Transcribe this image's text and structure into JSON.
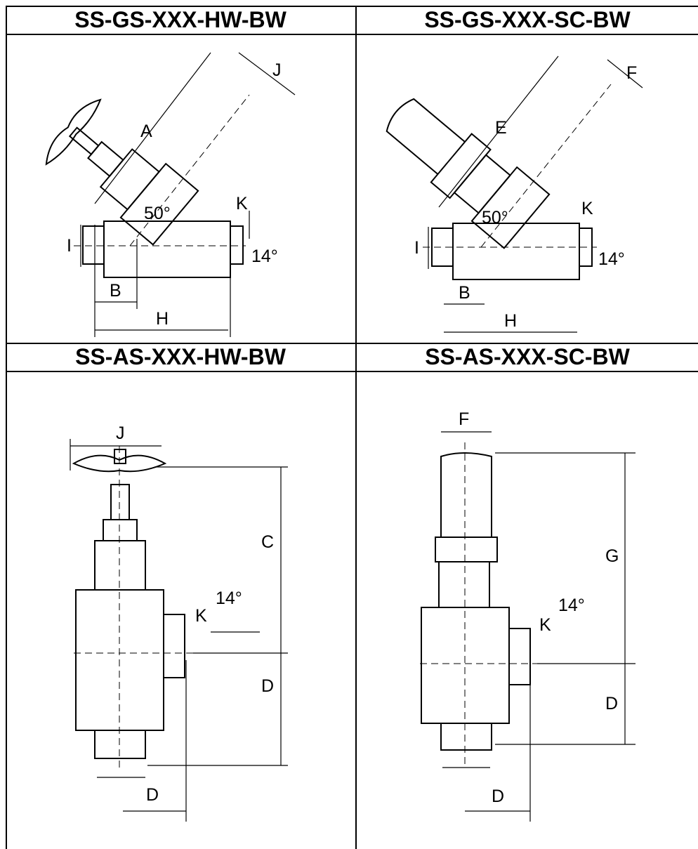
{
  "cells": [
    {
      "title": "SS-GS-XXX-HW-BW"
    },
    {
      "title": "SS-GS-XXX-SC-BW"
    },
    {
      "title": "SS-AS-XXX-HW-BW"
    },
    {
      "title": "SS-AS-XXX-SC-BW"
    }
  ],
  "labels": {
    "A": "A",
    "B": "B",
    "C": "C",
    "D": "D",
    "E": "E",
    "F": "F",
    "G": "G",
    "H": "H",
    "I": "I",
    "J": "J",
    "K": "K",
    "angle50": "50°",
    "angle14": "14°"
  }
}
